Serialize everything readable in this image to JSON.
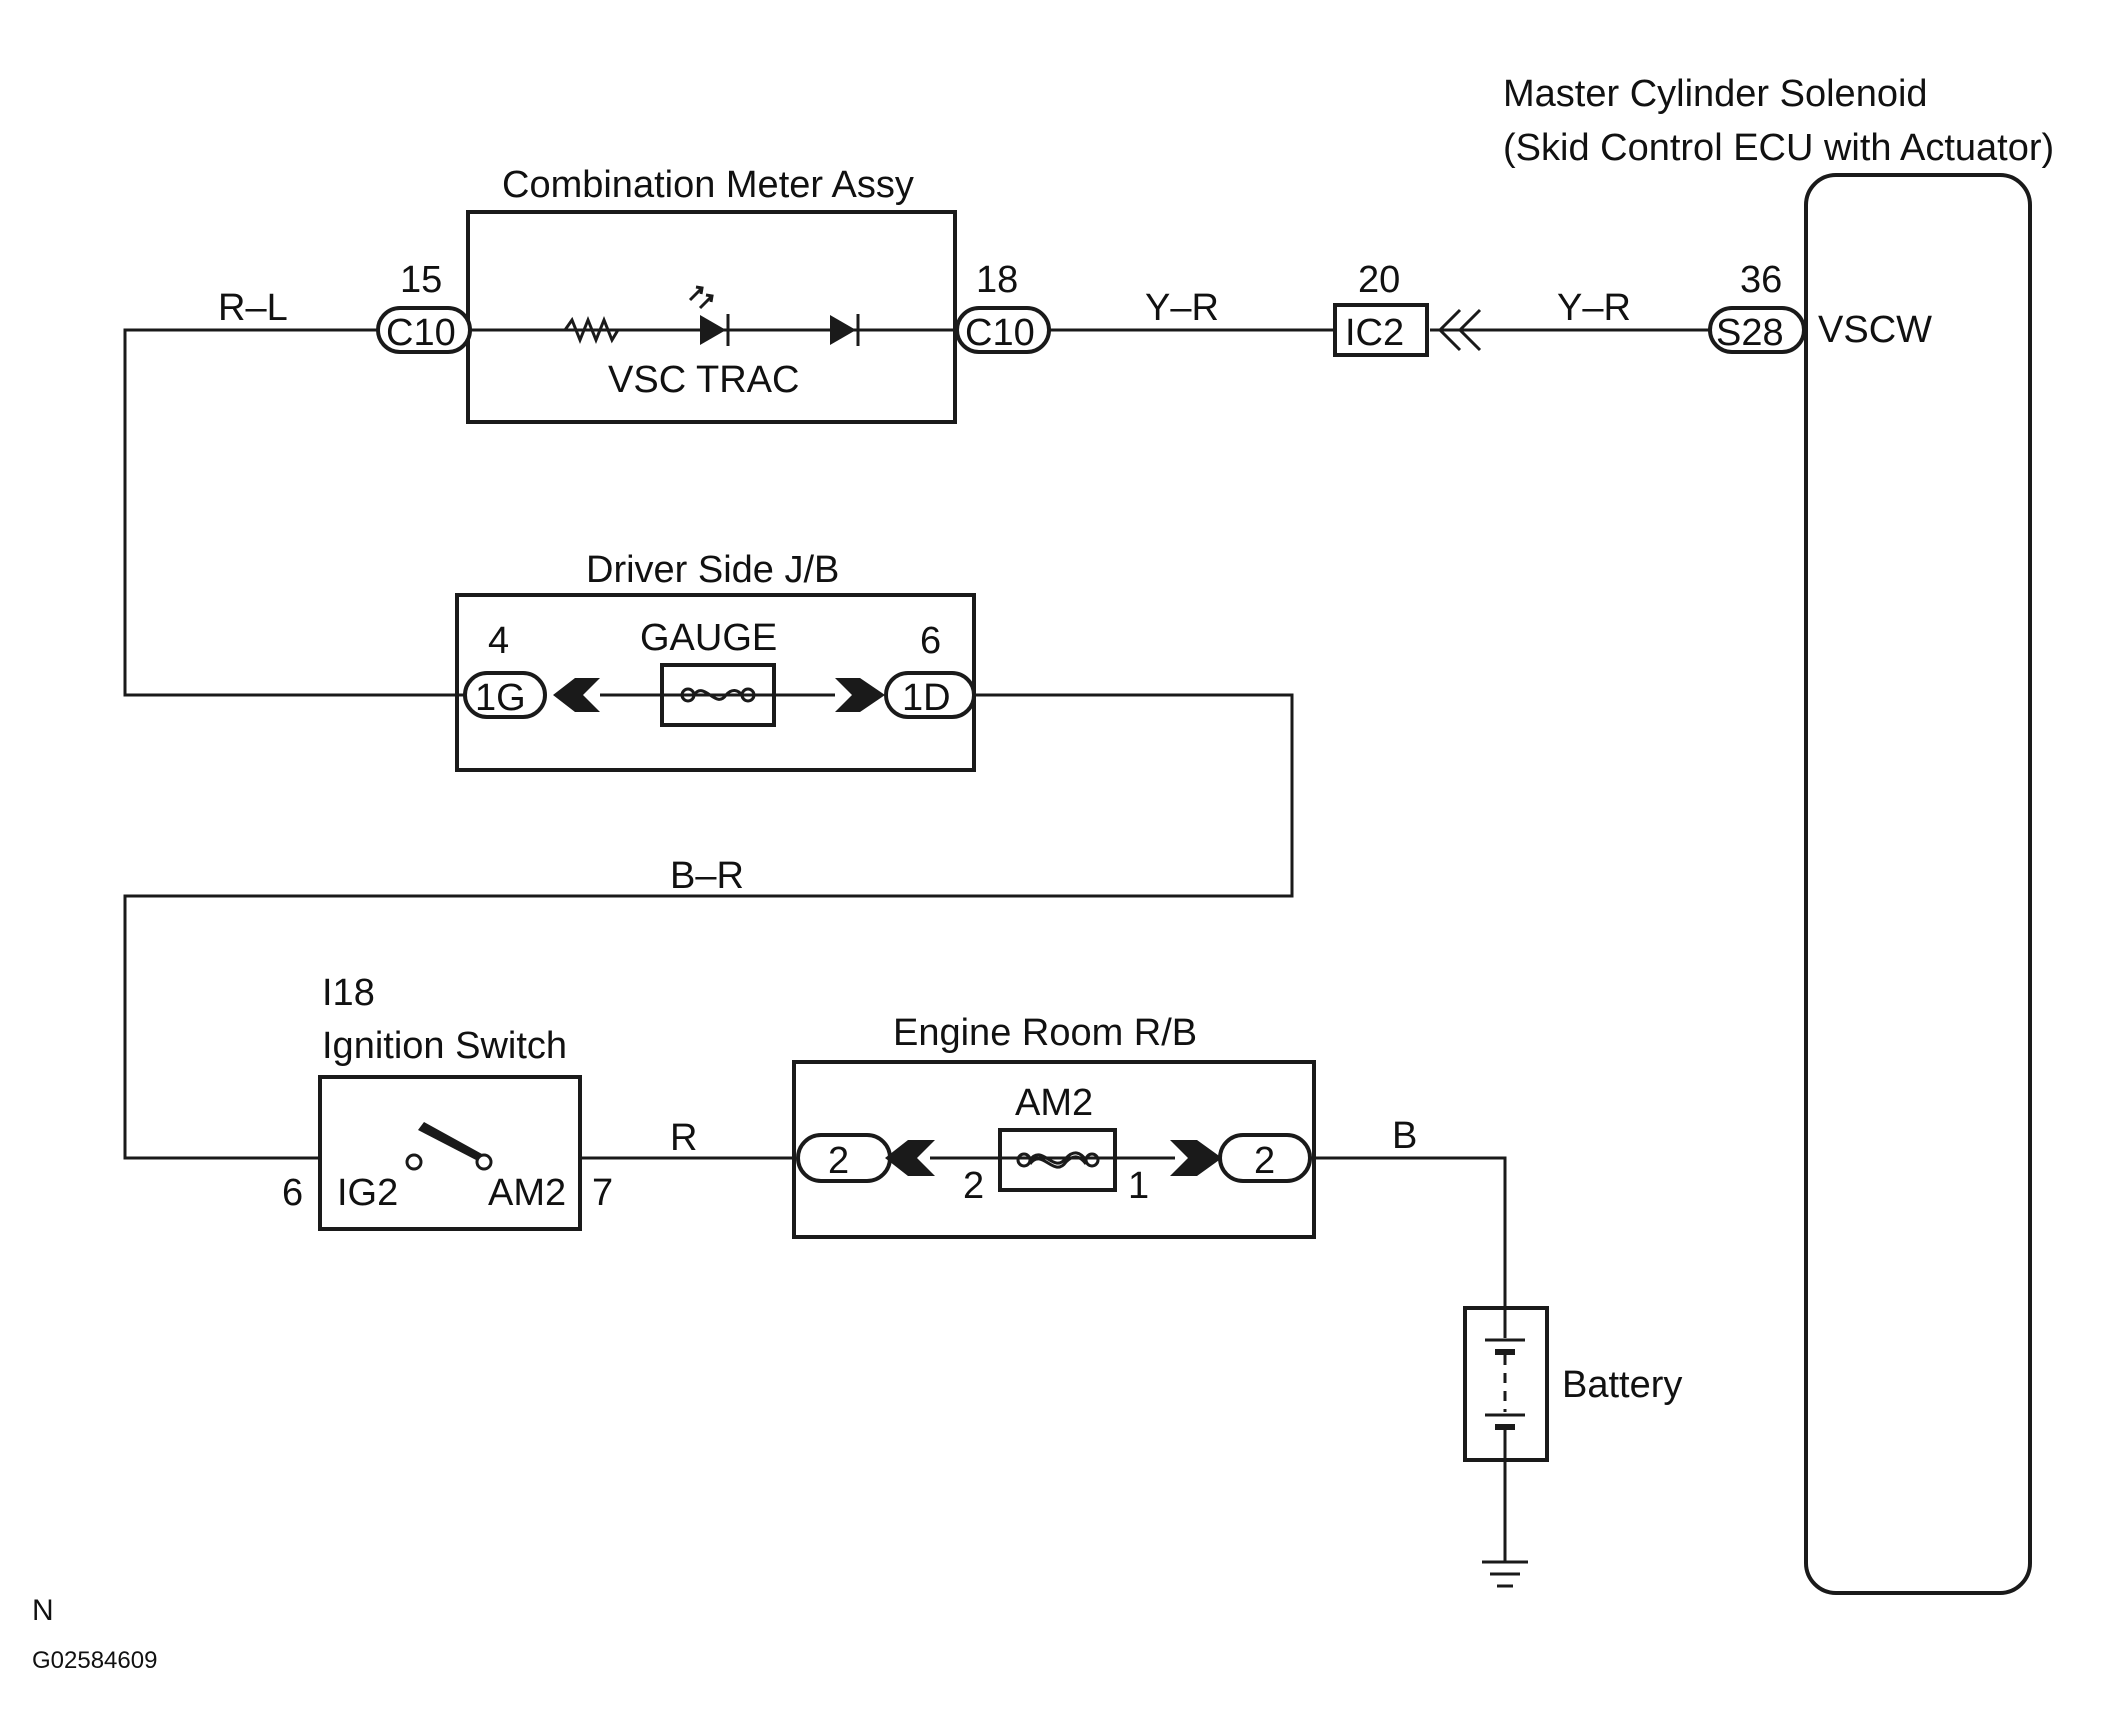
{
  "components": {
    "master_cylinder": {
      "title": "Master Cylinder Solenoid",
      "subtitle": "(Skid Control ECU with Actuator)",
      "terminal_label": "VSCW"
    },
    "combination_meter": {
      "title": "Combination Meter Assy",
      "lamp_label": "VSC TRAC"
    },
    "driver_jb": {
      "title": "Driver Side J/B",
      "fuse_label": "GAUGE"
    },
    "ignition_switch": {
      "code": "I18",
      "title": "Ignition Switch",
      "pin_ig2": "IG2",
      "pin_am2": "AM2"
    },
    "engine_rb": {
      "title": "Engine Room R/B",
      "fuse_label": "AM2",
      "fuse_pin_left": "2",
      "fuse_pin_right": "1"
    },
    "battery": {
      "label": "Battery"
    }
  },
  "connectors": {
    "c10_left": {
      "code": "C10",
      "pin": "15"
    },
    "c10_right": {
      "code": "C10",
      "pin": "18"
    },
    "ic2": {
      "code": "IC2",
      "pin": "20"
    },
    "s28": {
      "code": "S28",
      "pin": "36"
    },
    "j1g": {
      "code": "1G",
      "pin": "4"
    },
    "j1d": {
      "code": "1D",
      "pin": "6"
    },
    "rb_left": {
      "code": "2"
    },
    "rb_right": {
      "code": "2"
    },
    "ig_left_pin": "6",
    "ig_right_pin": "7"
  },
  "wires": {
    "rl": "R–L",
    "yr1": "Y–R",
    "yr2": "Y–R",
    "br": "B–R",
    "r": "R",
    "b": "B"
  },
  "footer": {
    "mark": "N",
    "code": "G02584609"
  }
}
